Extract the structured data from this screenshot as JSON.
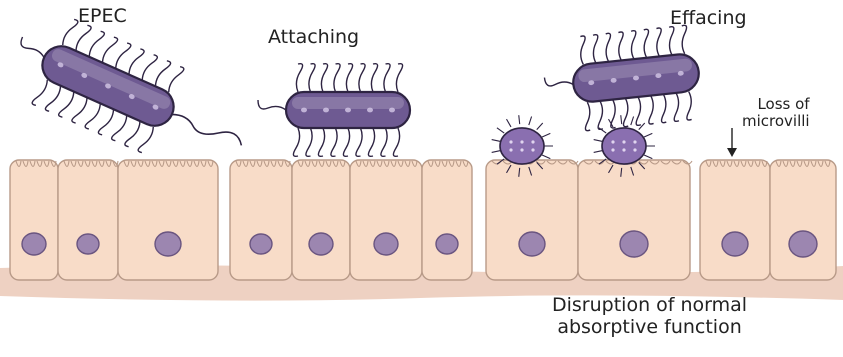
{
  "labels": {
    "epec": "EPEC",
    "attaching": "Attaching",
    "effacing": "Effacing",
    "loss_line1": "Loss of",
    "loss_line2": "microvilli",
    "disruption_line1": "Disruption of normal",
    "disruption_line2": "absorptive function"
  },
  "colors": {
    "cell_fill": "#f8dcc8",
    "cell_stroke": "#b89a88",
    "nucleus_fill": "#9c86b0",
    "nucleus_stroke": "#6a5580",
    "bacterium_fill": "#6e5a92",
    "bacterium_stroke": "#2e2442",
    "effaced_fill": "#8a6fb0",
    "tissue_base": "#e0ab90"
  }
}
